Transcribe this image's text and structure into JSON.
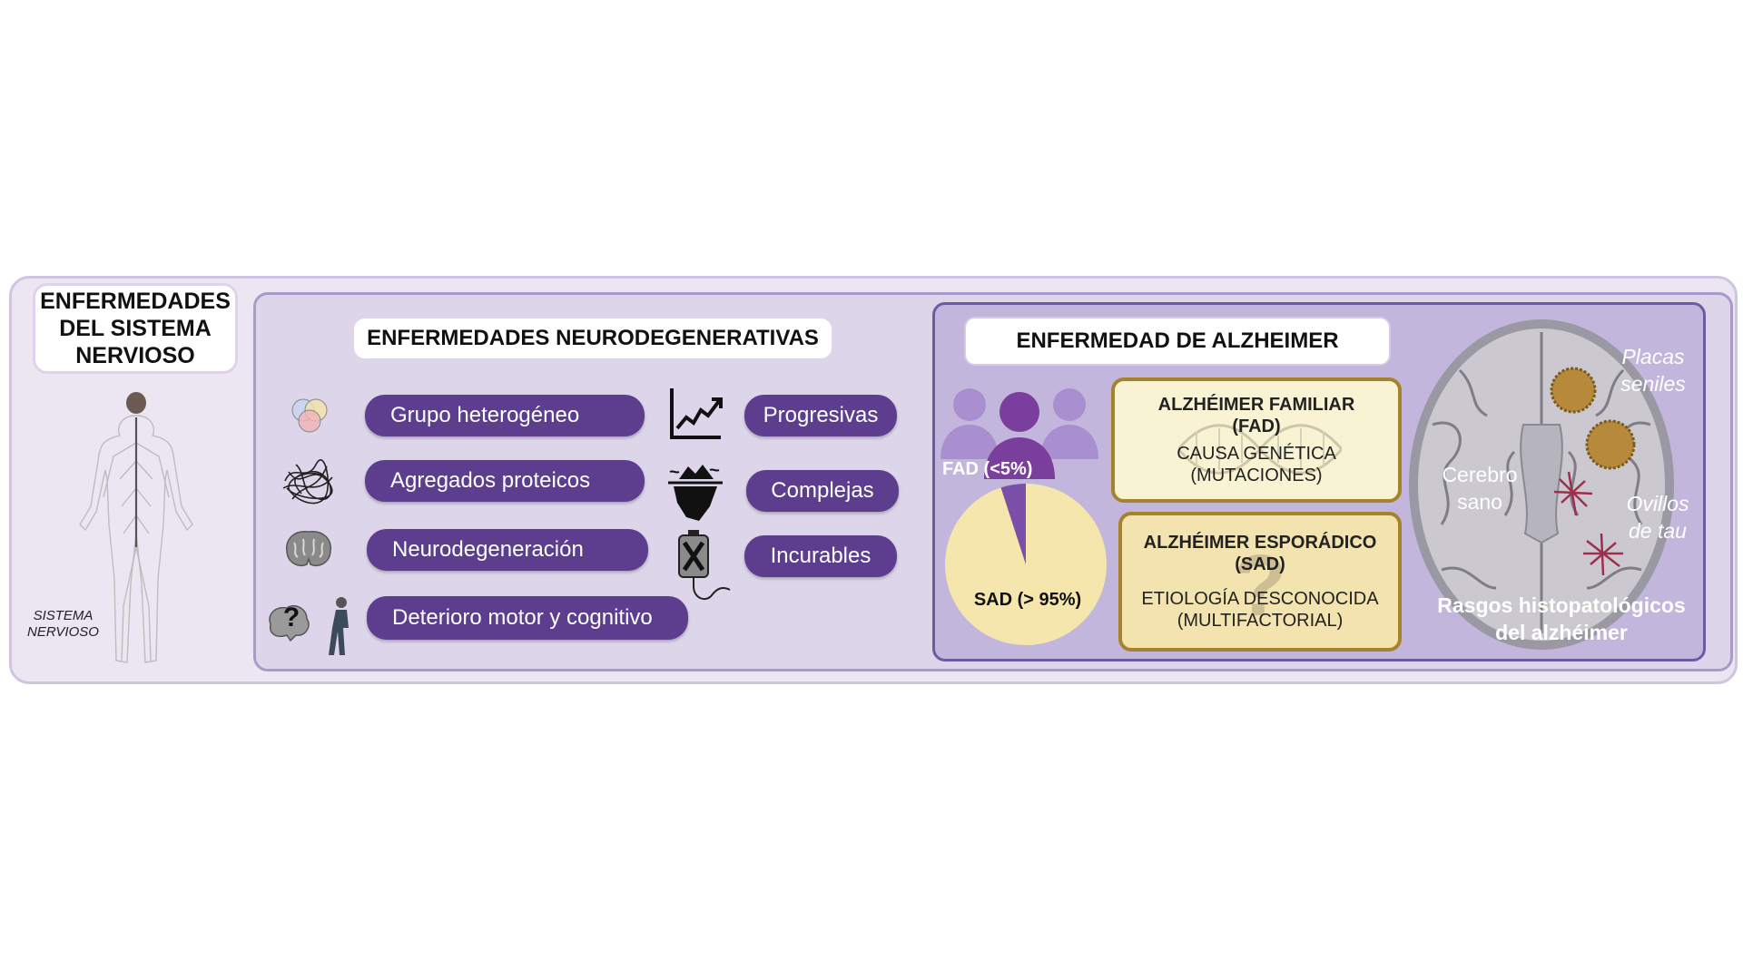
{
  "left": {
    "title": [
      "ENFERMEDADES",
      "DEL SISTEMA",
      "NERVIOSO"
    ],
    "figure_caption": [
      "SISTEMA",
      "NERVIOSO"
    ]
  },
  "neuro": {
    "title": "ENFERMEDADES NEURODEGENERATIVAS",
    "left_items": [
      {
        "label": "Grupo heterogéneo",
        "icon": "venn-diagram-icon"
      },
      {
        "label": "Agregados proteicos",
        "icon": "protein-aggregate-icon"
      },
      {
        "label": "Neurodegeneración",
        "icon": "brain-section-icon"
      },
      {
        "label": "Deterioro motor y cognitivo",
        "icon": "confused-elderly-icon"
      }
    ],
    "right_items": [
      {
        "label": "Progresivas",
        "icon": "trend-chart-icon"
      },
      {
        "label": "Complejas",
        "icon": "iceberg-icon"
      },
      {
        "label": "Incurables",
        "icon": "crossed-iv-bag-icon"
      }
    ]
  },
  "alzheimer": {
    "title": "ENFERMEDAD DE ALZHEIMER",
    "fad_label": "FAD (<5%)",
    "sad_label": "SAD (> 95%)",
    "pie": {
      "fad_percent": 5,
      "sad_percent": 95
    },
    "familiar": {
      "heading": [
        "ALZHÉIMER FAMILIAR",
        "(FAD)"
      ],
      "text": [
        "CAUSA GENÉTICA",
        "(MUTACIONES)"
      ],
      "icon": "dna-icon"
    },
    "sporadic": {
      "heading": [
        "ALZHÉIMER ESPORÁDICO",
        "(SAD)"
      ],
      "text": [
        "ETIOLOGÍA DESCONOCIDA",
        "(MULTIFACTORIAL)"
      ],
      "icon": "question-mark-icon"
    },
    "brain": {
      "healthy": [
        "Cerebro",
        "sano"
      ],
      "plaques": [
        "Placas",
        "seniles"
      ],
      "tangles": [
        "Ovillos",
        "de tau"
      ],
      "caption": [
        "Rasgos histopatológicos",
        "del alzhéimer"
      ]
    }
  },
  "colors": {
    "pill": "#5c3d8e",
    "outer": "#ebe6f2",
    "panel": "#ddd6ea",
    "alz_panel": "#c2b6dd",
    "pie_sad": "#f5e6ad",
    "pie_fad": "#7a4fa8",
    "familiar_bg": "#f8f3d3",
    "sporadic_bg": "#f3e3ae",
    "box_border": "#a5822c"
  }
}
